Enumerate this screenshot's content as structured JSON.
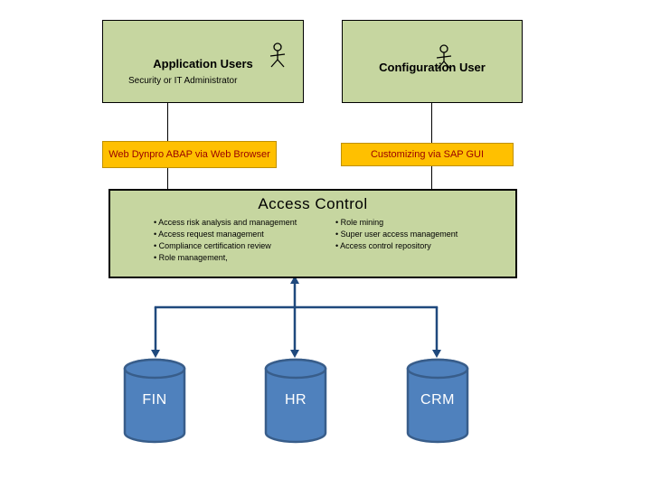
{
  "actors": {
    "application_users": {
      "title": "Application Users",
      "subtitle": "Security or IT Administrator"
    },
    "configuration_user": {
      "title": "Configuration User"
    }
  },
  "channels": {
    "web_dynpro": "Web Dynpro ABAP via Web Browser",
    "sap_gui": "Customizing via SAP GUI"
  },
  "access_control": {
    "title": "Access Control",
    "bullets_left": [
      "Access risk analysis and management",
      "Access request management",
      "Compliance certification review",
      "Role management,"
    ],
    "bullets_right": [
      "Role mining",
      "Super user access management",
      "Access control repository"
    ]
  },
  "systems": {
    "fin": "FIN",
    "hr": "HR",
    "crm": "CRM"
  },
  "colors": {
    "box_green": "#c6d6a0",
    "orange_fill": "#ffc000",
    "orange_border": "#bf9000",
    "orange_text": "#990000",
    "arrow_blue": "#1f497d",
    "cylinder_fill": "#4f81bd",
    "cylinder_border": "#385d8a",
    "connector_black": "#000000"
  }
}
